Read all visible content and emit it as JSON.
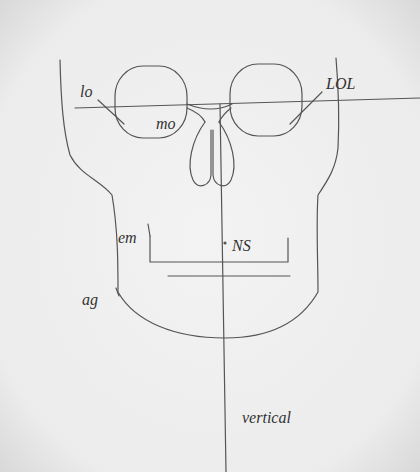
{
  "diagram": {
    "labels": [
      "lo",
      "LOL",
      "mo",
      "em",
      "NS",
      "ag",
      "vertical"
    ]
  }
}
